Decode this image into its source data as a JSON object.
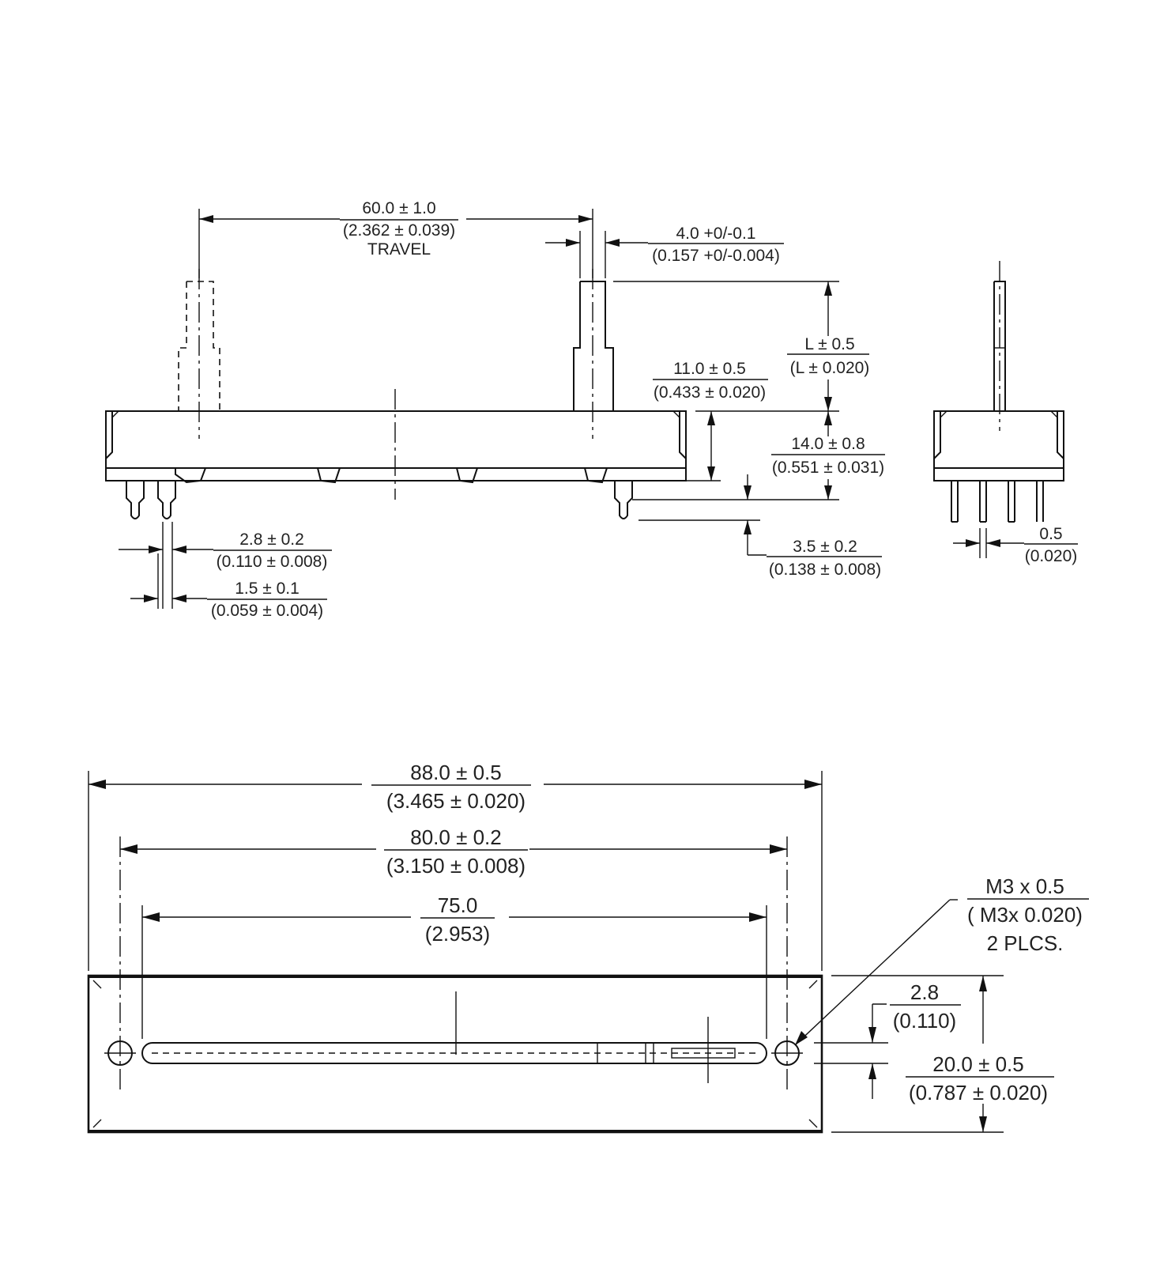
{
  "side_view": {
    "travel": {
      "metric": "60.0 ± 1.0",
      "imperial": "(2.362 ± 0.039)",
      "note": "TRAVEL"
    },
    "lever_width": {
      "metric": "4.0 +0/-0.1",
      "imperial": "(0.157 +0/-0.004)"
    },
    "lever_height": {
      "metric": "L ± 0.5",
      "imperial": "(L ± 0.020)"
    },
    "body_height": {
      "metric": "11.0 ± 0.5",
      "imperial": "(0.433 ± 0.020)"
    },
    "overall_height": {
      "metric": "14.0 ± 0.8",
      "imperial": "(0.551 ± 0.031)"
    },
    "pin_length": {
      "metric": "3.5 ± 0.2",
      "imperial": "(0.138 ± 0.008)"
    },
    "pin_pitch": {
      "metric": "2.8 ± 0.2",
      "imperial": "(0.110 ± 0.008)"
    },
    "pin_width": {
      "metric": "1.5 ± 0.1",
      "imperial": "(0.059 ± 0.004)"
    }
  },
  "end_view": {
    "pin_thickness": {
      "metric": "0.5",
      "imperial": "(0.020)"
    }
  },
  "top_view": {
    "overall_length": {
      "metric": "88.0 ± 0.5",
      "imperial": "(3.465 ± 0.020)"
    },
    "mount_spacing": {
      "metric": "80.0 ± 0.2",
      "imperial": "(3.150 ± 0.008)"
    },
    "slot_length": {
      "metric": "75.0",
      "imperial": "(2.953)"
    },
    "thread": {
      "metric": "M3 x 0.5",
      "imperial": "( M3x 0.020)",
      "note": "2 PLCS."
    },
    "slot_width": {
      "metric": "2.8",
      "imperial": "(0.110)"
    },
    "body_width": {
      "metric": "20.0 ± 0.5",
      "imperial": "(0.787 ± 0.020)"
    }
  }
}
